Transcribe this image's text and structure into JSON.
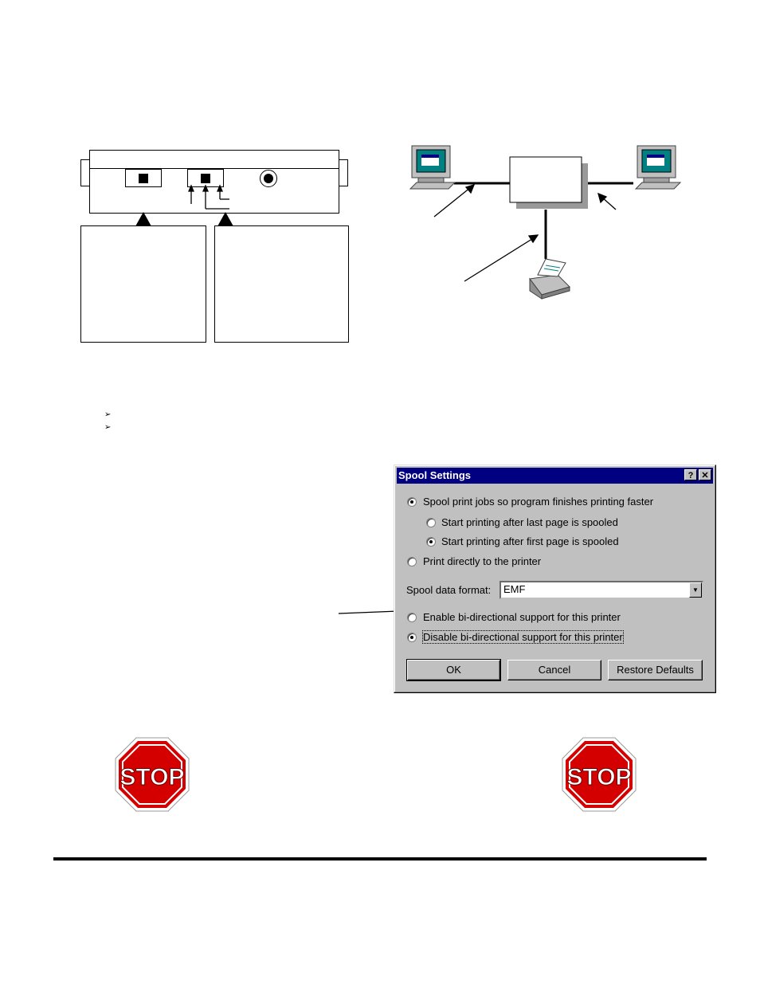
{
  "bullets": [
    "➢",
    "➢"
  ],
  "dialog": {
    "title": "Spool Settings",
    "help_btn": "?",
    "close_btn": "✕",
    "options": {
      "spool": "Spool print jobs so program finishes printing faster",
      "start_last": "Start printing after last page is spooled",
      "start_first": "Start printing after first page is spooled",
      "print_direct": "Print directly to the printer",
      "enable_bidi": "Enable bi-directional support for this printer",
      "disable_bidi": "Disable bi-directional support for this printer"
    },
    "spool_format_label": "Spool data format:",
    "spool_format_value": "EMF",
    "buttons": {
      "ok": "OK",
      "cancel": "Cancel",
      "restore": "Restore Defaults"
    }
  },
  "stop_sign_text": "STOP",
  "colors": {
    "titlebar": "#000080",
    "dialog_face": "#c0c0c0",
    "stop_red": "#d40000",
    "monitor_teal": "#008080"
  }
}
